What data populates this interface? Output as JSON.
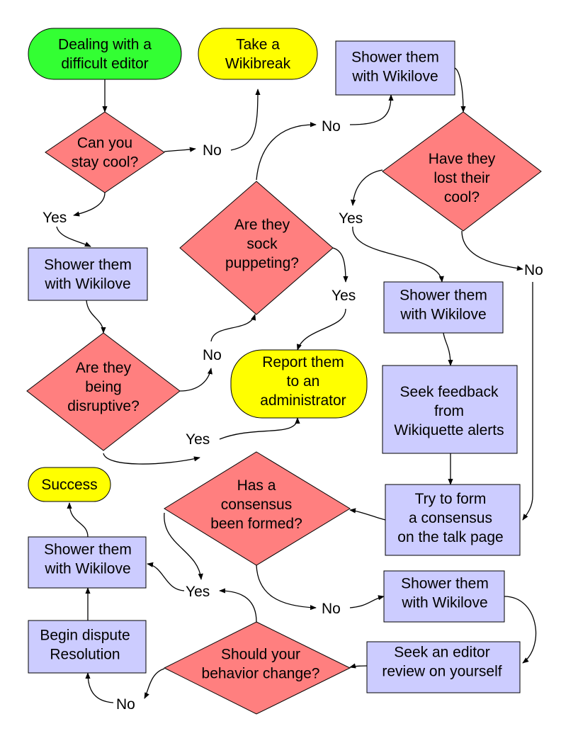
{
  "colors": {
    "start": "#33ff33",
    "terminal": "#ffff00",
    "process": "#ccccff",
    "decision": "#ff7f7f",
    "stroke": "#000000"
  },
  "nodes": {
    "start": {
      "lines": [
        "Dealing with a",
        "difficult editor"
      ]
    },
    "wikibreak": {
      "lines": [
        "Take a",
        "Wikibreak"
      ]
    },
    "q_cool": {
      "lines": [
        "Can you",
        "stay cool?"
      ]
    },
    "wikilove_1": {
      "lines": [
        "Shower them",
        "with Wikilove"
      ]
    },
    "q_disruptive": {
      "lines": [
        "Are they",
        "being",
        "disruptive?"
      ]
    },
    "q_sock": {
      "lines": [
        "Are they",
        "sock",
        "puppeting?"
      ]
    },
    "report_admin": {
      "lines": [
        "Report them",
        "to an",
        "administrator"
      ]
    },
    "wikilove_top": {
      "lines": [
        "Shower them",
        "with Wikilove"
      ]
    },
    "q_lost_cool": {
      "lines": [
        "Have they",
        "lost their",
        "cool?"
      ]
    },
    "wikilove_mid": {
      "lines": [
        "Shower them",
        "with Wikilove"
      ]
    },
    "wikiquette": {
      "lines": [
        "Seek feedback",
        "from",
        "Wikiquette alerts"
      ]
    },
    "consensus_form": {
      "lines": [
        "Try to form",
        "a consensus",
        "on the talk page"
      ]
    },
    "q_consensus": {
      "lines": [
        "Has a",
        "consensus",
        "been formed?"
      ]
    },
    "wikilove_low": {
      "lines": [
        "Shower them",
        "with Wikilove"
      ]
    },
    "editor_review": {
      "lines": [
        "Seek an editor",
        "review on yourself"
      ]
    },
    "q_behavior": {
      "lines": [
        "Should your",
        "behavior change?"
      ]
    },
    "dispute": {
      "lines": [
        "Begin dispute",
        "Resolution"
      ]
    },
    "wikilove_left": {
      "lines": [
        "Shower them",
        "with Wikilove"
      ]
    },
    "success": {
      "lines": [
        "Success"
      ]
    }
  },
  "edge_labels": {
    "cool_no": "No",
    "cool_yes": "Yes",
    "disruptive_no": "No",
    "disruptive_yes": "Yes",
    "sock_no": "No",
    "sock_yes": "Yes",
    "lost_yes": "Yes",
    "lost_no": "No",
    "consensus_yes": "Yes",
    "consensus_no": "No",
    "behavior_no": "No"
  }
}
